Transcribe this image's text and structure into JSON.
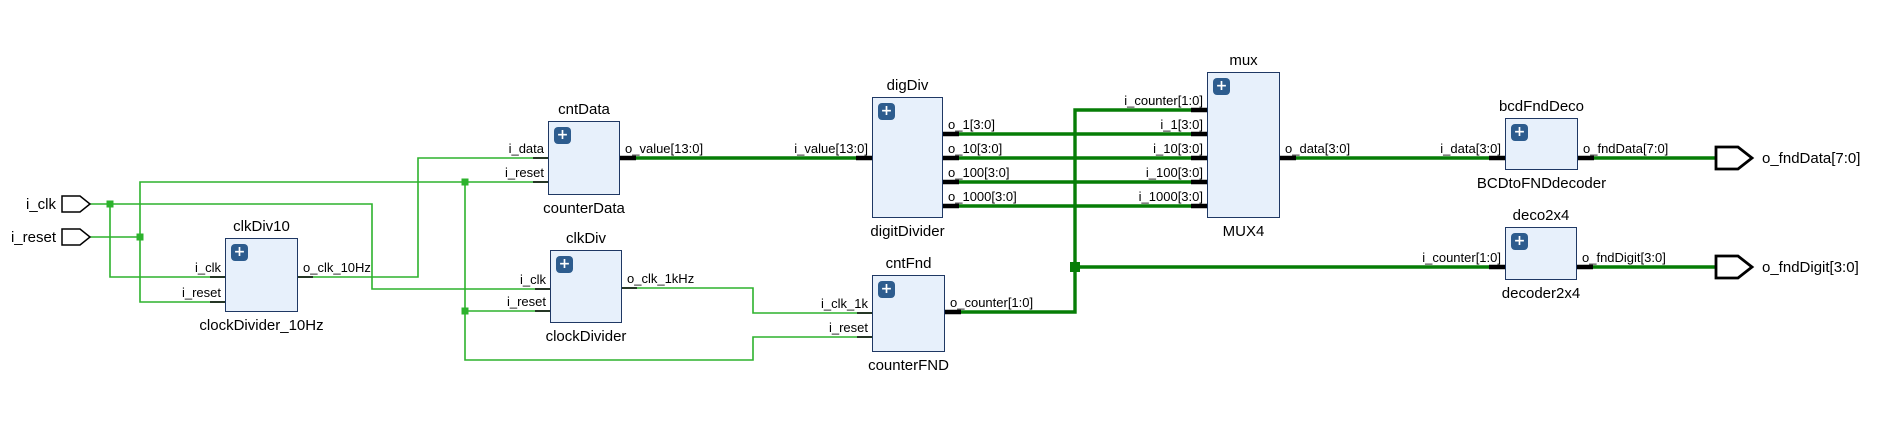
{
  "app": {
    "view": "rtl-schematic"
  },
  "colors": {
    "background": "#ffffff",
    "text": "#000000",
    "wire_green": "#2db22d",
    "bus_green": "#067d06",
    "block_fill": "#e7f0fb",
    "block_border": "#1f3864",
    "expand_icon_bg": "#2d5c8e"
  },
  "icons": {
    "expand_plus": "+"
  },
  "external_ports": {
    "inputs": [
      {
        "label": "i_clk"
      },
      {
        "label": "i_reset"
      }
    ],
    "outputs": [
      {
        "label": "o_fndData[7:0]"
      },
      {
        "label": "o_fndDigit[3:0]"
      }
    ]
  },
  "blocks": [
    {
      "instance": "clkDiv10",
      "module": "clockDivider_10Hz",
      "inputs": [
        "i_clk",
        "i_reset"
      ],
      "outputs": [
        "o_clk_10Hz"
      ]
    },
    {
      "instance": "cntData",
      "module": "counterData",
      "inputs": [
        "i_data",
        "i_reset"
      ],
      "outputs": [
        "o_value[13:0]"
      ]
    },
    {
      "instance": "clkDiv",
      "module": "clockDivider",
      "inputs": [
        "i_clk",
        "i_reset"
      ],
      "outputs": [
        "o_clk_1kHz"
      ]
    },
    {
      "instance": "digDiv",
      "module": "digitDivider",
      "inputs": [
        "i_value[13:0]"
      ],
      "outputs": [
        "o_1[3:0]",
        "o_10[3:0]",
        "o_100[3:0]",
        "o_1000[3:0]"
      ]
    },
    {
      "instance": "cntFnd",
      "module": "counterFND",
      "inputs": [
        "i_clk_1k",
        "i_reset"
      ],
      "outputs": [
        "o_counter[1:0]"
      ]
    },
    {
      "instance": "mux",
      "module": "MUX4",
      "inputs": [
        "i_counter[1:0]",
        "i_1[3:0]",
        "i_10[3:0]",
        "i_100[3:0]",
        "i_1000[3:0]"
      ],
      "outputs": [
        "o_data[3:0]"
      ]
    },
    {
      "instance": "bcdFndDeco",
      "module": "BCDtoFNDdecoder",
      "inputs": [
        "i_data[3:0]"
      ],
      "outputs": [
        "o_fndData[7:0]"
      ]
    },
    {
      "instance": "deco2x4",
      "module": "decoder2x4",
      "inputs": [
        "i_counter[1:0]"
      ],
      "outputs": [
        "o_fndDigit[3:0]"
      ]
    }
  ]
}
